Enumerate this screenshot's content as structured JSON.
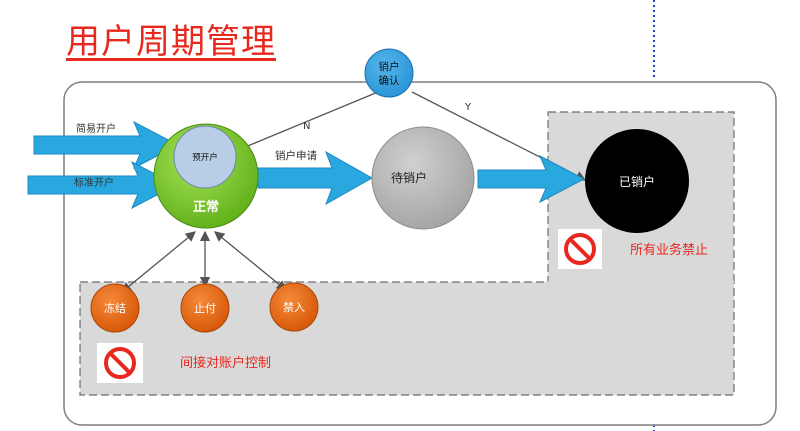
{
  "title": "用户周期管理",
  "nodes": {
    "confirm": {
      "line1": "销户",
      "line2": "确认"
    },
    "pre_open": "预开户",
    "normal": "正常",
    "pending_close": "待销户",
    "closed": "已销户",
    "freeze": "冻结",
    "stop_pay": "止付",
    "no_inbound": "禁入"
  },
  "edges": {
    "simple_open": "简易开户",
    "standard_open": "标准开户",
    "close_request": "销户申请",
    "no": "N",
    "yes": "Y"
  },
  "notes": {
    "all_business_banned": "所有业务禁止",
    "indirect_control": "间接对账户控制"
  },
  "colors": {
    "title": "#e8271e",
    "arrow_blue": "#29a8e0",
    "normal_green": "#7ccb2c",
    "pre_open_blue": "#b8cde6",
    "pending_gray": "#b2b2b2",
    "closed_black": "#000000",
    "status_orange": "#e8620c",
    "note_red": "#e8271e",
    "dotted_line": "#1f3fd0"
  }
}
